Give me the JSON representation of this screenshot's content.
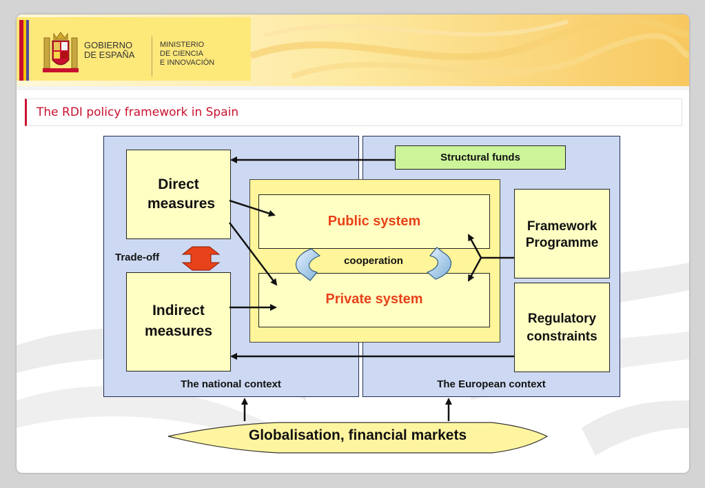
{
  "header": {
    "gov_line1": "GOBIERNO",
    "gov_line2": "DE ESPAÑA",
    "min_line1": "MINISTERIO",
    "min_line2": "DE CIENCIA",
    "min_line3": "E  INNOVACIÓN"
  },
  "title": "The RDI policy framework in Spain",
  "diagram": {
    "national_context": "The national context",
    "european_context": "The European context",
    "direct_measures": "Direct measures",
    "indirect_measures": "Indirect measures",
    "trade_off": "Trade-off",
    "public_system": "Public system",
    "private_system": "Private system",
    "cooperation": "cooperation",
    "structural_funds": "Structural funds",
    "framework_programme": "Framework Programme",
    "regulatory_constraints": "Regulatory constraints",
    "globalisation": "Globalisation, financial markets"
  },
  "colors": {
    "accent_red": "#c8102e",
    "system_text": "#e8421a",
    "panel_blue": "#cdd9f2",
    "box_yellow": "#ffffc4",
    "center_yellow": "#fff59a",
    "structural_green": "#ccf59a"
  }
}
